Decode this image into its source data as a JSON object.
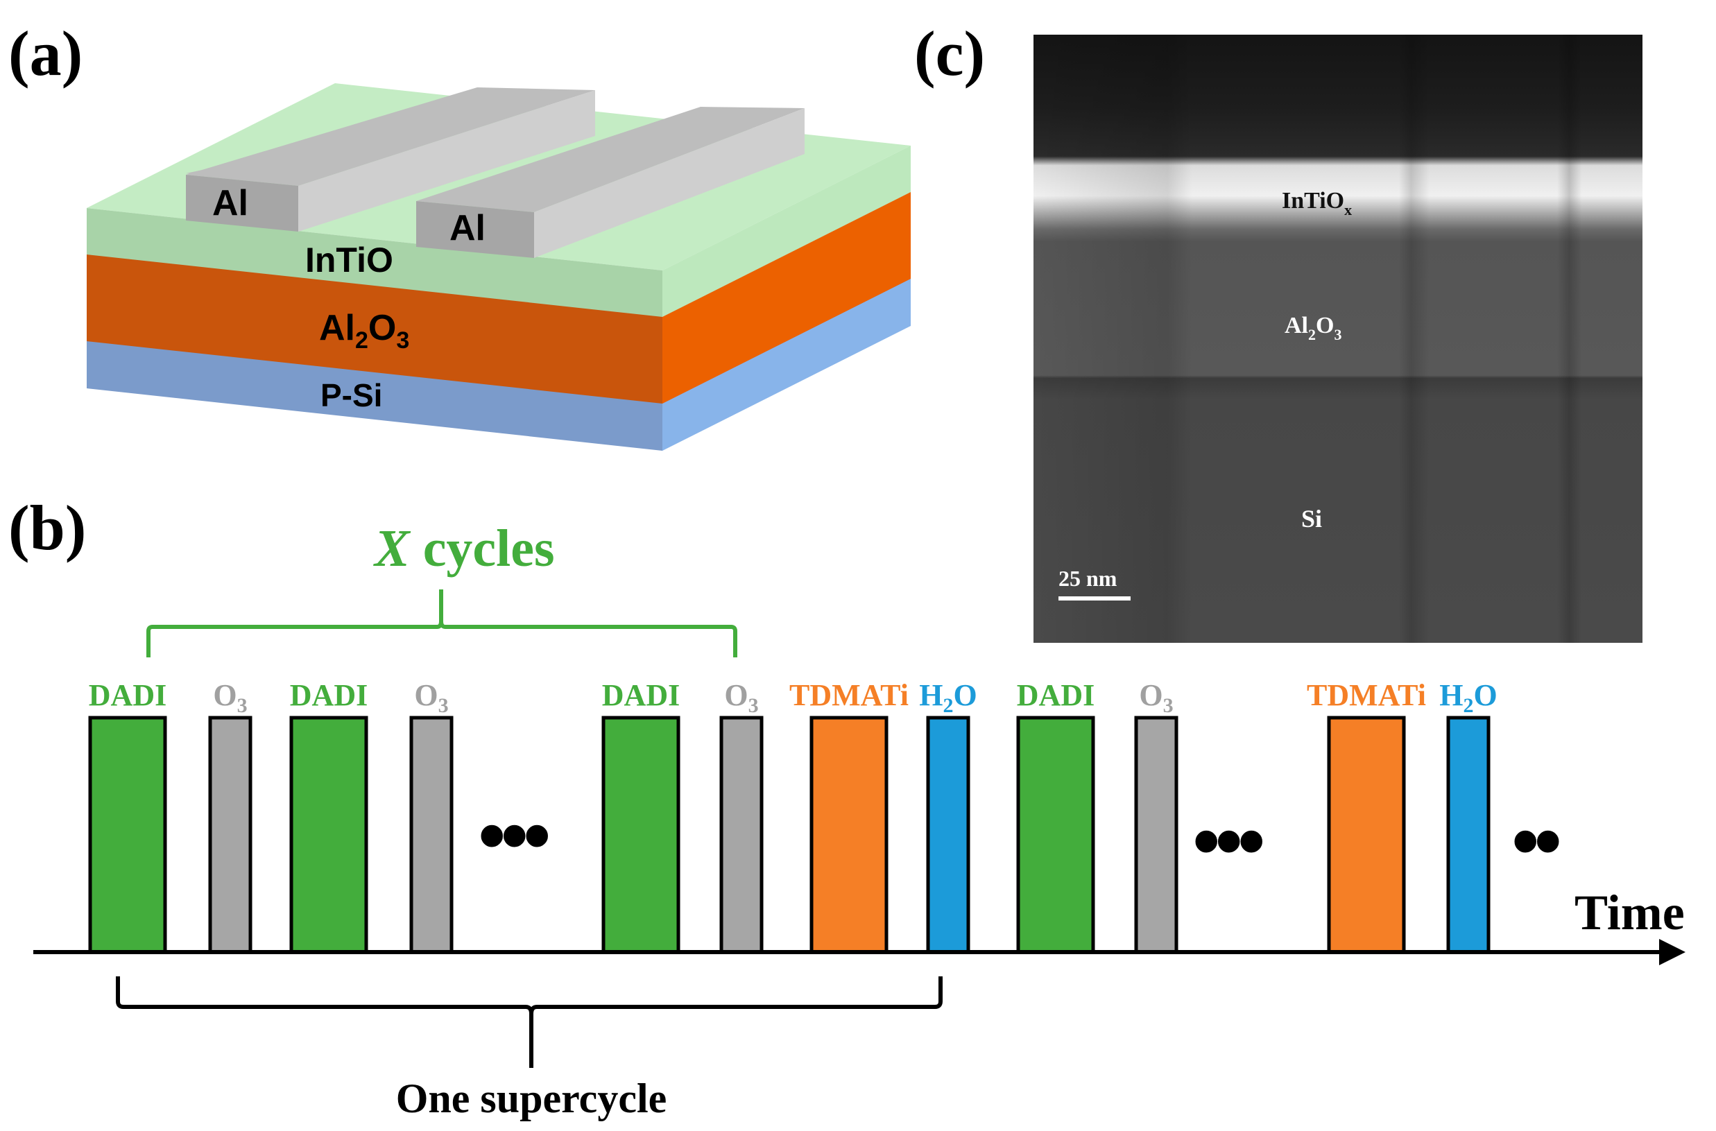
{
  "panels": {
    "a": {
      "label": "(a)"
    },
    "b": {
      "label": "(b)"
    },
    "c": {
      "label": "(c)"
    }
  },
  "device": {
    "electrode_left": "Al",
    "electrode_right": "Al",
    "layers": {
      "top": "InTiO",
      "middle": {
        "base": "Al",
        "sub1": "2",
        "mid": "O",
        "sub2": "3"
      },
      "bottom": "P-Si"
    },
    "colors": {
      "electrode_front": "#a6a6a6",
      "electrode_top": "#bdbdbd",
      "electrode_side": "#9a9a9a",
      "intio_top": "#c4ecc4",
      "intio_front": "#a8d3a8",
      "intio_side": "#bde8bd",
      "al2o3_front": "#c9550c",
      "al2o3_side": "#ec6100",
      "psi_front": "#7b9bcb",
      "psi_side": "#88b4ea"
    }
  },
  "sequence": {
    "x_cycles": {
      "italic": "X",
      "rest": " cycles"
    },
    "pulse_labels": {
      "dadi": "DADI",
      "o3": {
        "base": "O",
        "sub": "3"
      },
      "tdmati": "TDMATi",
      "h2o": {
        "base": "H",
        "sub": "2",
        "end": "O"
      }
    },
    "ellipsis_1": "•••",
    "ellipsis_2": "•••",
    "ellipsis_3": "••",
    "time_label": "Time",
    "supercycle_label": "One supercycle",
    "colors": {
      "dadi": "#43ad3c",
      "o3": "#a6a6a6",
      "tdmati": "#f57f26",
      "h2o": "#1c9bd9",
      "bracket_green": "#43ad3c",
      "o3_text": "#a0a0a0"
    },
    "pulses": [
      {
        "type": "dadi"
      },
      {
        "type": "o3"
      },
      {
        "type": "dadi"
      },
      {
        "type": "o3"
      },
      {
        "type": "dadi"
      },
      {
        "type": "o3"
      },
      {
        "type": "tdmati"
      },
      {
        "type": "h2o"
      },
      {
        "type": "dadi"
      },
      {
        "type": "o3"
      },
      {
        "type": "tdmati"
      },
      {
        "type": "h2o"
      }
    ]
  },
  "tem": {
    "intiox": {
      "base": "InTiO",
      "sub": "x"
    },
    "al2o3": {
      "base": "Al",
      "sub1": "2",
      "mid": "O",
      "sub2": "3"
    },
    "si": "Si",
    "scale": "25 nm"
  }
}
